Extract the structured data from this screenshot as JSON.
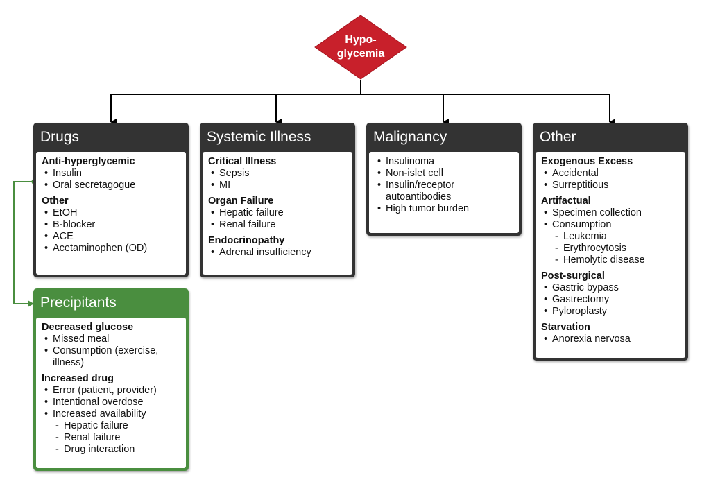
{
  "root": {
    "line1": "Hypo-",
    "line2": "glycemia"
  },
  "colors": {
    "root": "#c8202b",
    "box": "#333333",
    "highlight": "#4a8e3f"
  },
  "drugs": {
    "title": "Drugs",
    "sections": [
      {
        "title": "Anti-hyperglycemic",
        "items": [
          "Insulin",
          "Oral secretagogue"
        ]
      },
      {
        "title": "Other",
        "items": [
          "EtOH",
          "B-blocker",
          "ACE",
          "Acetaminophen (OD)"
        ]
      }
    ]
  },
  "systemic": {
    "title": "Systemic Illness",
    "sections": [
      {
        "title": "Critical Illness",
        "items": [
          "Sepsis",
          "MI"
        ]
      },
      {
        "title": "Organ Failure",
        "items": [
          "Hepatic failure",
          "Renal failure"
        ]
      },
      {
        "title": "Endocrinopathy",
        "items": [
          "Adrenal insufficiency"
        ]
      }
    ]
  },
  "malignancy": {
    "title": "Malignancy",
    "items": [
      "Insulinoma",
      "Non-islet cell",
      "Insulin/receptor autoantibodies",
      "High tumor burden"
    ]
  },
  "other": {
    "title": "Other",
    "sections": [
      {
        "title": "Exogenous Excess",
        "items": [
          "Accidental",
          "Surreptitious"
        ]
      },
      {
        "title": "Artifactual",
        "items": [
          "Specimen collection",
          "Consumption"
        ],
        "subitems": [
          "Leukemia",
          "Erythrocytosis",
          "Hemolytic disease"
        ]
      },
      {
        "title": "Post-surgical",
        "items": [
          "Gastric bypass",
          "Gastrectomy",
          "Pyloroplasty"
        ]
      },
      {
        "title": "Starvation",
        "items": [
          "Anorexia nervosa"
        ]
      }
    ]
  },
  "precipitants": {
    "title": "Precipitants",
    "sections": [
      {
        "title": "Decreased glucose",
        "items": [
          "Missed meal",
          "Consumption (exercise, illness)"
        ]
      },
      {
        "title": "Increased drug",
        "items": [
          "Error (patient, provider)",
          "Intentional overdose",
          "Increased availability"
        ],
        "subitems": [
          "Hepatic failure",
          "Renal failure",
          "Drug interaction"
        ]
      }
    ]
  }
}
